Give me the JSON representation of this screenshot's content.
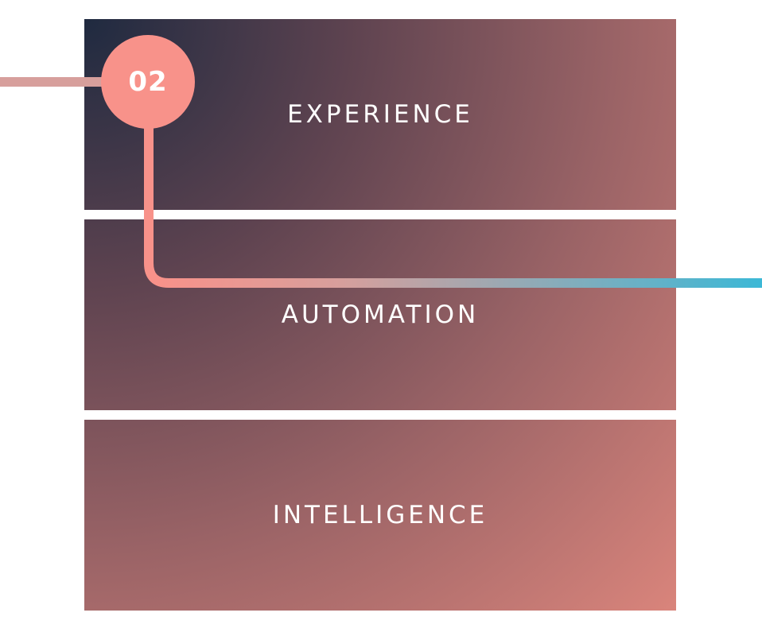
{
  "step": {
    "number": "02"
  },
  "layers": [
    {
      "label": "EXPERIENCE"
    },
    {
      "label": "AUTOMATION"
    },
    {
      "label": "INTELLIGENCE"
    }
  ],
  "colors": {
    "badge": "#f8928a",
    "line_start": "#d79f9c",
    "line_end": "#3cb8d6",
    "gradient_dark": "#1f2a40",
    "gradient_light": "#e48a7f"
  }
}
